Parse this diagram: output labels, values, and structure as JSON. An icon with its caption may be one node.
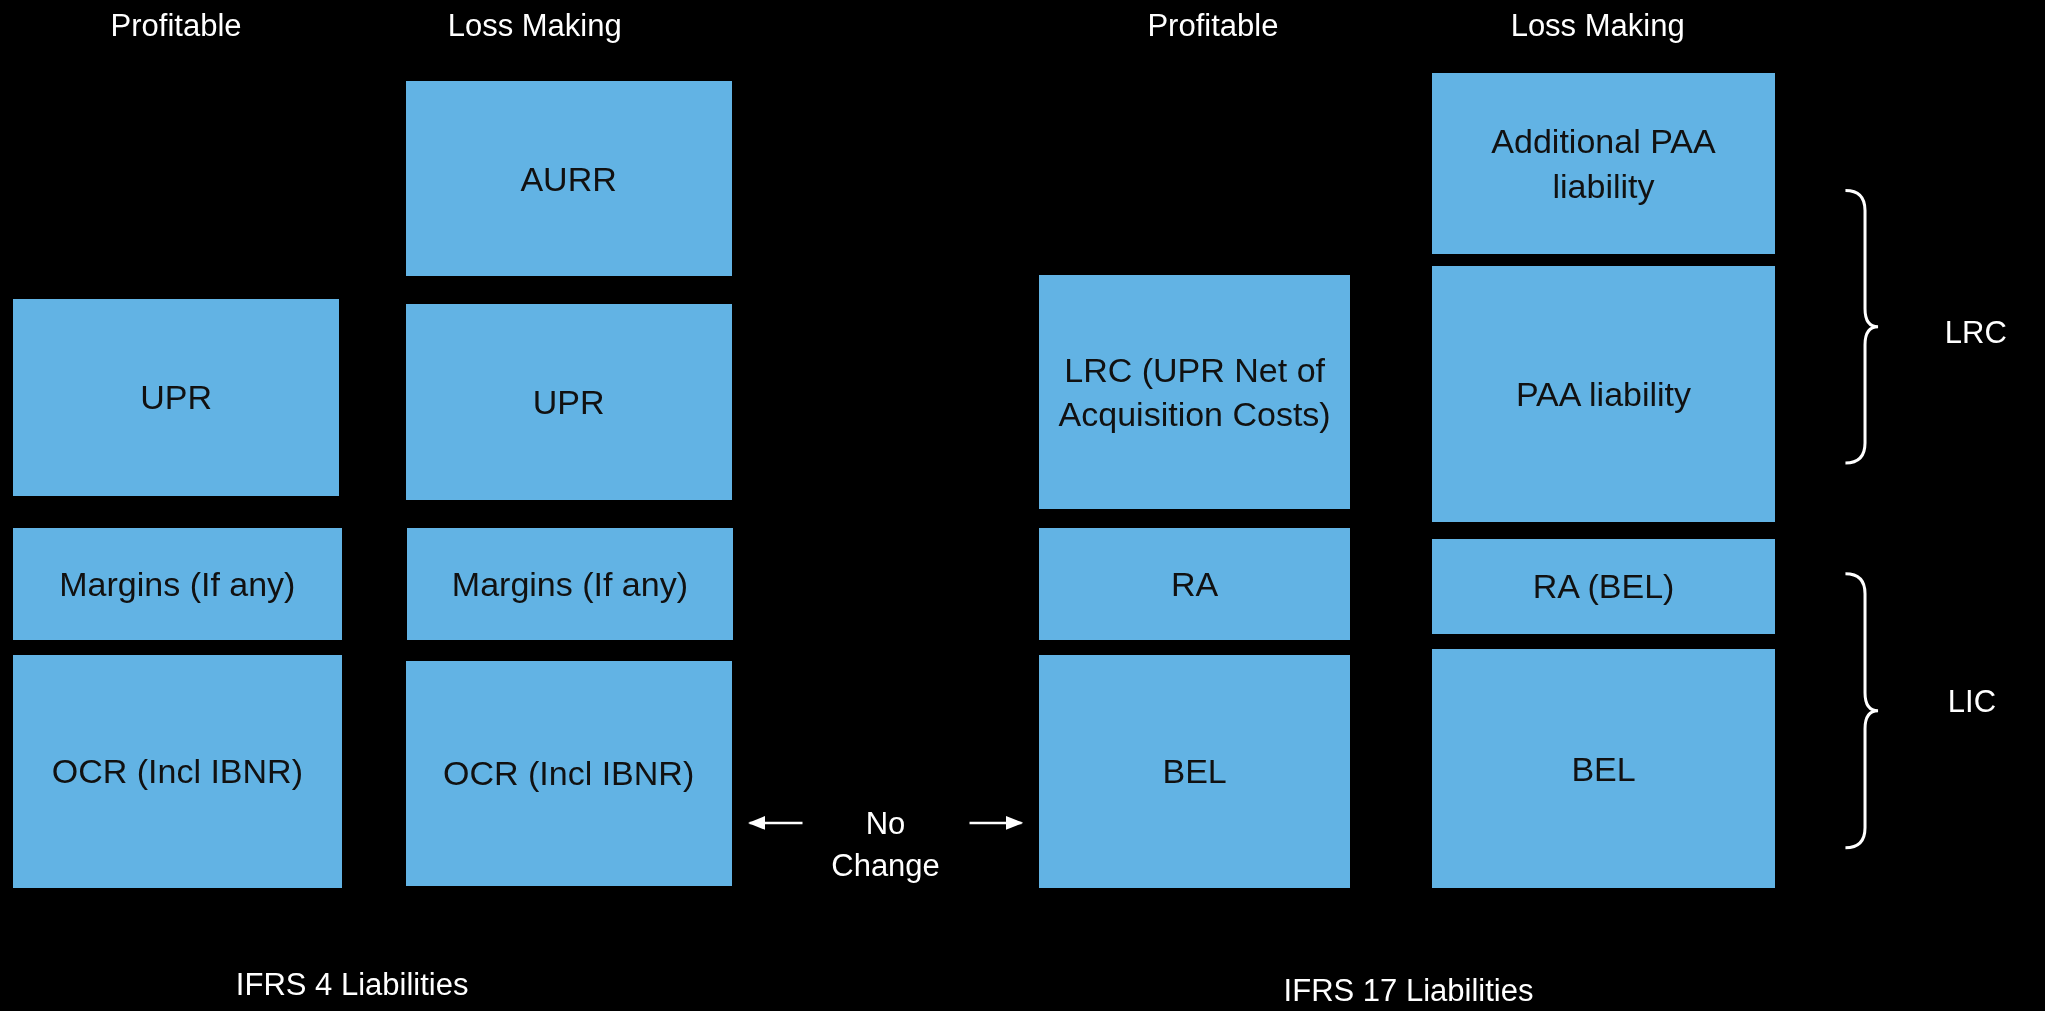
{
  "diagram": {
    "nodes": [
      {
        "text": [
          "UPR"
        ]
      },
      {
        "text": [
          "Margins (If any)"
        ]
      },
      {
        "text": [
          "OCR (Incl IBNR)"
        ]
      },
      {
        "text": [
          "AURR"
        ]
      },
      {
        "text": [
          "UPR"
        ]
      },
      {
        "text": [
          "Margins (If any)"
        ]
      },
      {
        "text": [
          "OCR (Incl IBNR)"
        ]
      },
      {
        "text": [
          "LRC (UPR Net of Acquisition Costs)"
        ]
      },
      {
        "text": [
          "RA"
        ]
      },
      {
        "text": [
          "BEL"
        ]
      },
      {
        "text": [
          "Additional PAA liability"
        ]
      },
      {
        "text": [
          "PAA liability"
        ]
      },
      {
        "text": [
          "RA (BEL)"
        ]
      },
      {
        "text": [
          "BEL"
        ]
      }
    ],
    "edges": [
      {
        "from": 6,
        "to": 9,
        "arrow": "both",
        "label": "No Change"
      }
    ],
    "labels": [
      "Profitable",
      "Loss Making",
      "Profitable",
      "Loss Making",
      "LRC",
      "LIC",
      "IFRS 4 Liabilities",
      "IFRS 17 Liabilities"
    ]
  }
}
